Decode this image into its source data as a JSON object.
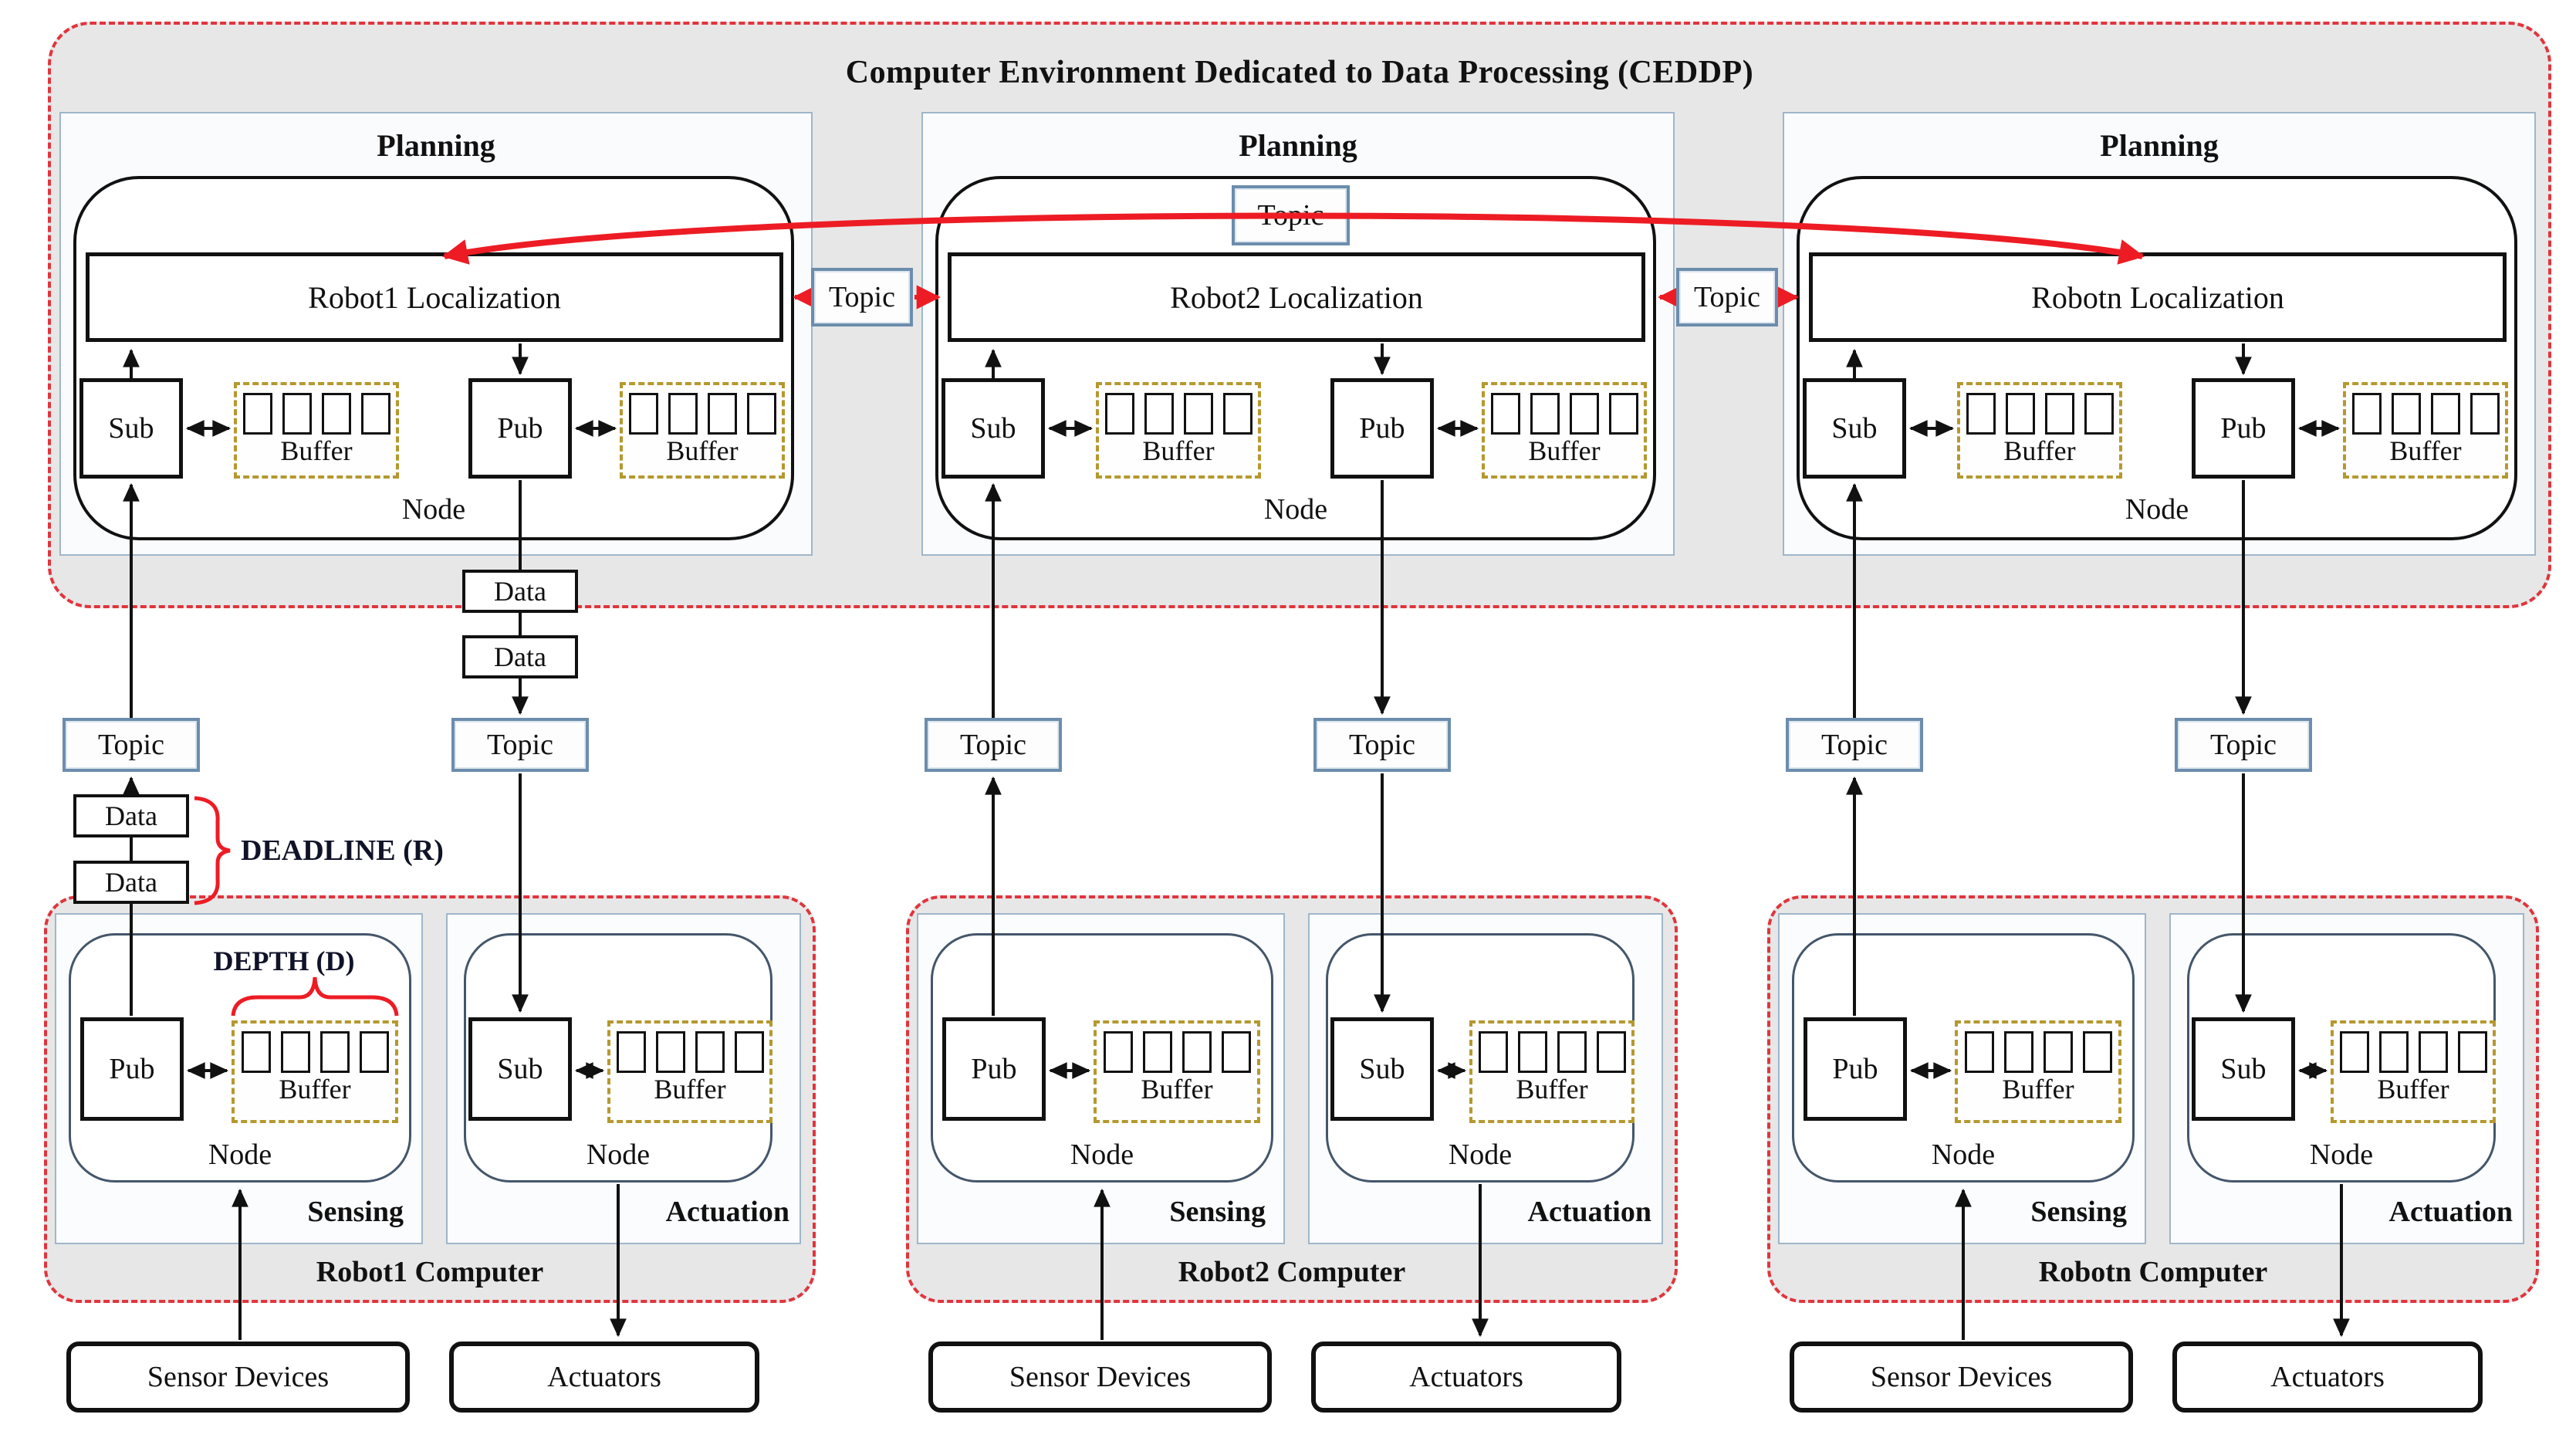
{
  "title": "Computer Environment Dedicated to Data Processing (CEDDP)",
  "labels": {
    "planning": "Planning",
    "node": "Node",
    "sub": "Sub",
    "pub": "Pub",
    "buffer": "Buffer",
    "topic": "Topic",
    "data": "Data",
    "deadline": "DEADLINE (R)",
    "depth": "DEPTH (D)",
    "sensing": "Sensing",
    "actuation": "Actuation",
    "sensor_devices": "Sensor Devices",
    "actuators": "Actuators"
  },
  "robots": [
    {
      "localization": "Robot1 Localization",
      "computer": "Robot1 Computer"
    },
    {
      "localization": "Robot2 Localization",
      "computer": "Robot2 Computer"
    },
    {
      "localization": "Robotn Localization",
      "computer": "Robotn Computer"
    }
  ],
  "buffer_slots": 4,
  "colors": {
    "container_background": "#e7e7e7",
    "dashed_border_red": "#e0353d",
    "arrow_red": "#ed1c24",
    "steel_blue_border": "#6c8dad",
    "buffer_dashed_gold": "#b5982f",
    "line_black": "#111111"
  }
}
